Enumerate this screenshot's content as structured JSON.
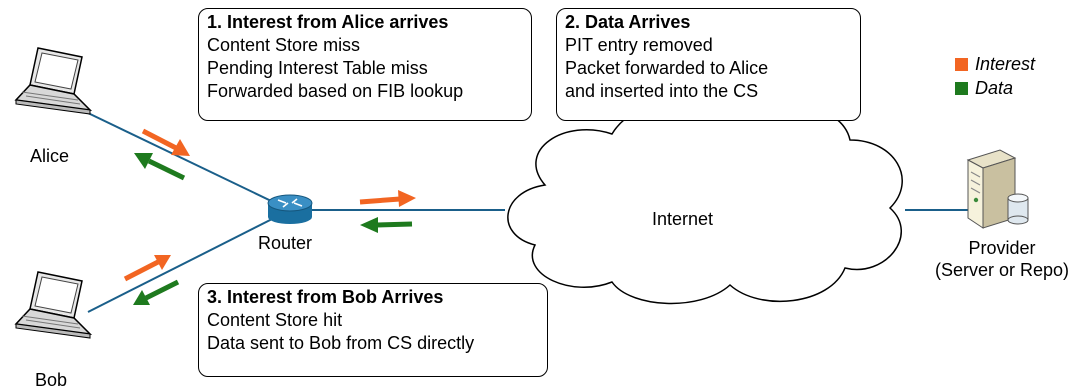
{
  "box1": {
    "title": "1. Interest from Alice arrives",
    "lines": [
      "Content Store miss",
      "Pending Interest Table miss",
      "Forwarded based on FIB lookup"
    ]
  },
  "box2": {
    "title": "2. Data Arrives",
    "lines": [
      "PIT entry removed",
      "Packet forwarded to Alice",
      "and inserted into the CS"
    ]
  },
  "box3": {
    "title": "3. Interest from Bob Arrives",
    "lines": [
      "Content Store hit",
      "Data sent to Bob from CS directly"
    ]
  },
  "legend": {
    "interest": {
      "label": "Interest",
      "color": "#f26522"
    },
    "data": {
      "label": "Data",
      "color": "#1e7a1e"
    }
  },
  "nodes": {
    "alice": "Alice",
    "bob": "Bob",
    "router": "Router",
    "internet": "Internet",
    "provider_line1": "Provider",
    "provider_line2": "(Server or Repo)"
  },
  "colors": {
    "link": "#1a5f8a"
  }
}
